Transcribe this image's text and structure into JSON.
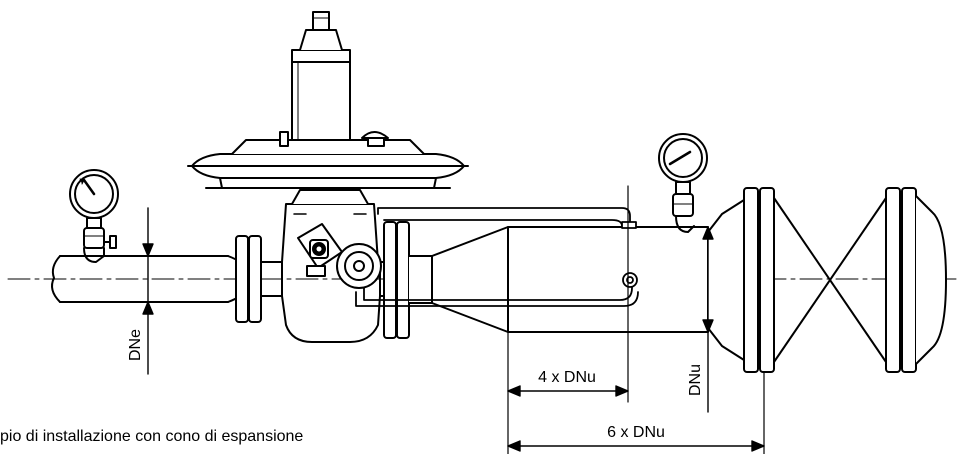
{
  "diagram": {
    "caption": "pio di installazione con cono di espansione",
    "dimensions": {
      "inlet_diameter": "DNe",
      "outlet_diameter": "DNu",
      "distance_short": "4 x DNu",
      "distance_long": "6 x DNu"
    }
  }
}
